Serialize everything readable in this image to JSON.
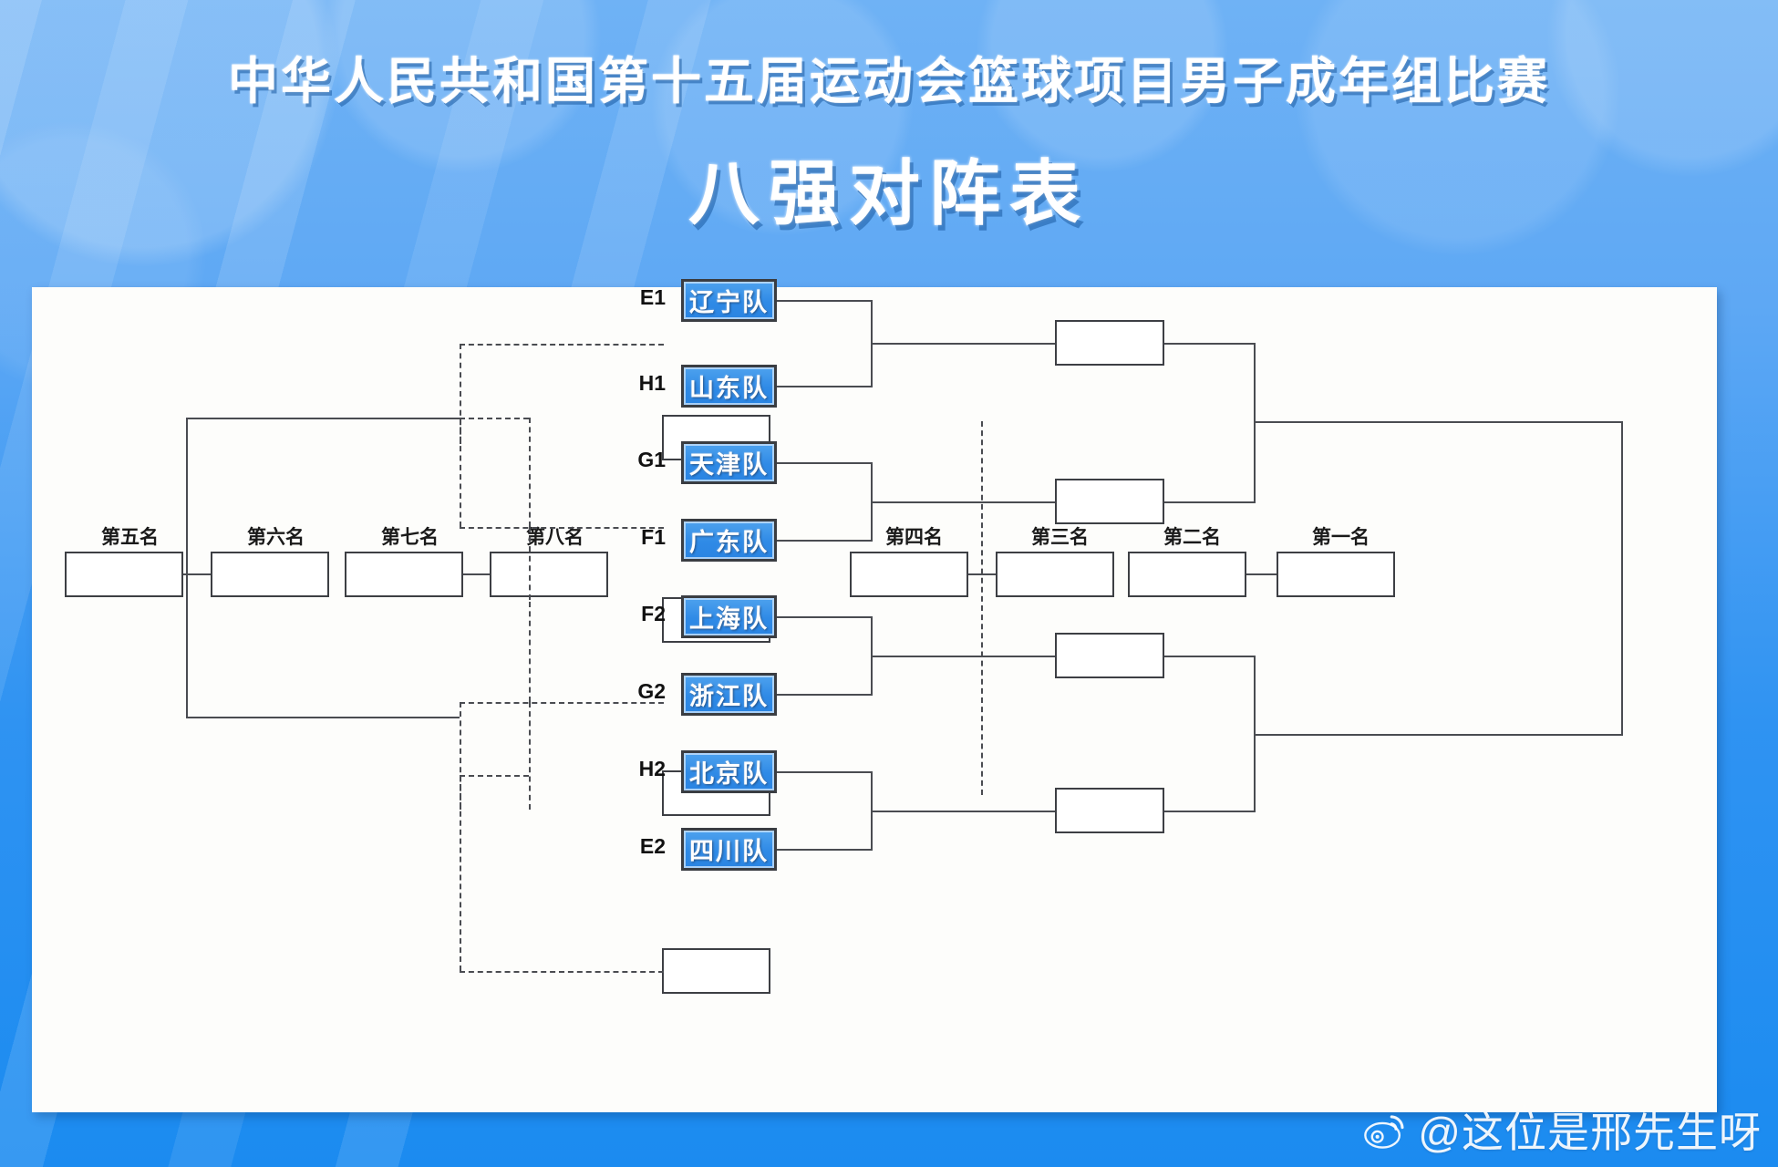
{
  "header": {
    "title": "中华人民共和国第十五届运动会篮球项目男子成年组比赛",
    "subtitle": "八强对阵表"
  },
  "colors": {
    "team_box_blue": "#2f8ae6",
    "background_blue": "#2f93f2",
    "line_gray": "#4a4c51",
    "board_white": "#fdfdfb"
  },
  "watermark": {
    "icon": "weibo-icon",
    "text": "@这位是邢先生呀"
  },
  "chart_data": {
    "type": "bracket",
    "title": "中华人民共和国第十五届运动会篮球项目男子成年组比赛 八强对阵表",
    "teams": [
      {
        "seed": "E1",
        "name": "辽宁队"
      },
      {
        "seed": "H1",
        "name": "山东队"
      },
      {
        "seed": "G1",
        "name": "天津队"
      },
      {
        "seed": "F1",
        "name": "广东队"
      },
      {
        "seed": "F2",
        "name": "上海队"
      },
      {
        "seed": "G2",
        "name": "浙江队"
      },
      {
        "seed": "H2",
        "name": "北京队"
      },
      {
        "seed": "E2",
        "name": "四川队"
      }
    ],
    "quarterfinals": [
      {
        "top": "辽宁队",
        "bottom": "山东队"
      },
      {
        "top": "天津队",
        "bottom": "广东队"
      },
      {
        "top": "上海队",
        "bottom": "浙江队"
      },
      {
        "top": "北京队",
        "bottom": "四川队"
      }
    ],
    "placement_slots": [
      {
        "rank": "第五名",
        "value": ""
      },
      {
        "rank": "第六名",
        "value": ""
      },
      {
        "rank": "第七名",
        "value": ""
      },
      {
        "rank": "第八名",
        "value": ""
      },
      {
        "rank": "第四名",
        "value": ""
      },
      {
        "rank": "第三名",
        "value": ""
      },
      {
        "rank": "第二名",
        "value": ""
      },
      {
        "rank": "第一名",
        "value": ""
      }
    ],
    "consolation_slots": [
      "",
      "",
      "",
      ""
    ],
    "semifinal_slots": [
      "",
      ""
    ]
  },
  "seeds": {
    "e1": "E1",
    "h1": "H1",
    "g1": "G1",
    "f1": "F1",
    "f2": "F2",
    "g2": "G2",
    "h2": "H2",
    "e2": "E2"
  },
  "teams": {
    "liaoning": "辽宁队",
    "shandong": "山东队",
    "tianjin": "天津队",
    "guangdong": "广东队",
    "shanghai": "上海队",
    "zhejiang": "浙江队",
    "beijing": "北京队",
    "sichuan": "四川队"
  },
  "ranks": {
    "fifth": "第五名",
    "sixth": "第六名",
    "seventh": "第七名",
    "eighth": "第八名",
    "fourth": "第四名",
    "third": "第三名",
    "second": "第二名",
    "first": "第一名"
  }
}
